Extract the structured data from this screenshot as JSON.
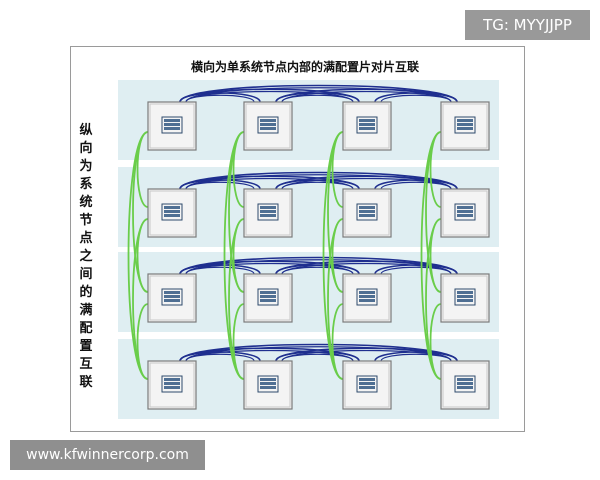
{
  "diagram": {
    "title": "横向为单系统节点内部的满配置片对片互联",
    "vertical_label": "纵向为系统节点之间的满配置互联",
    "rows": 4,
    "columns": 4,
    "colors": {
      "band": "#dfeef2",
      "chip_border": "#7a7a7a",
      "chip_bg": "#f4f4f4",
      "horizontal_link": "#1f2f8f",
      "vertical_link": "#6acd4a",
      "chip_icon": "#4f6f93"
    }
  },
  "watermarks": {
    "top_right": "TG: MYYJJPP",
    "bottom_left": "www.kfwinnercorp.com"
  }
}
